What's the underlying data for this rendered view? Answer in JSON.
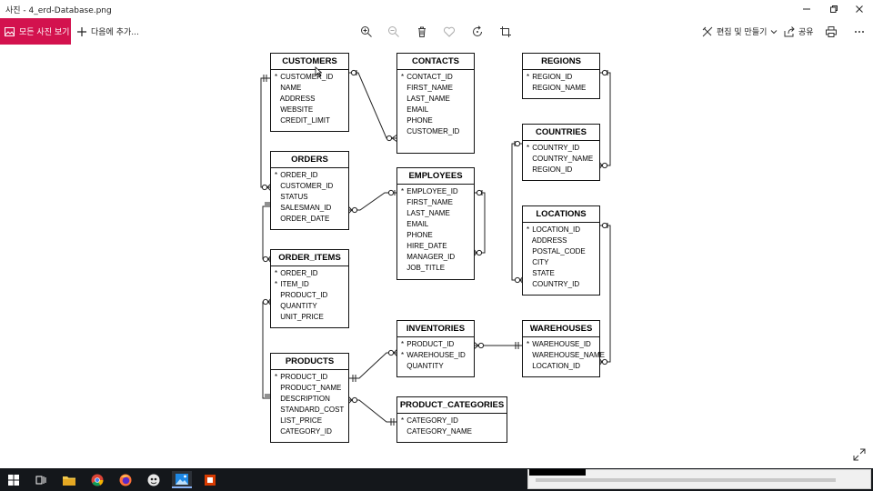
{
  "window": {
    "title": "사진 - 4_erd-Database.png",
    "controls": [
      "minimize",
      "maximize",
      "close"
    ]
  },
  "toolbar": {
    "all_photos_label": "모든 사진 보기",
    "add_to_label": "다음에 추가...",
    "edit_create_label": "편집 및 만들기",
    "share_label": "공유",
    "icons": [
      "zoom-in-icon",
      "zoom-out-icon",
      "delete-icon",
      "favorite-icon",
      "rotate-icon",
      "crop-icon"
    ]
  },
  "erd": {
    "entities": {
      "customers": {
        "name": "CUSTOMERS",
        "attributes": [
          {
            "key": "*",
            "name": "CUSTOMER_ID"
          },
          {
            "key": "",
            "name": "NAME"
          },
          {
            "key": "",
            "name": "ADDRESS"
          },
          {
            "key": "",
            "name": "WEBSITE"
          },
          {
            "key": "",
            "name": "CREDIT_LIMIT"
          }
        ]
      },
      "contacts": {
        "name": "CONTACTS",
        "attributes": [
          {
            "key": "*",
            "name": "CONTACT_ID"
          },
          {
            "key": "",
            "name": "FIRST_NAME"
          },
          {
            "key": "",
            "name": "LAST_NAME"
          },
          {
            "key": "",
            "name": "EMAIL"
          },
          {
            "key": "",
            "name": "PHONE"
          },
          {
            "key": "",
            "name": "CUSTOMER_ID"
          }
        ]
      },
      "regions": {
        "name": "REGIONS",
        "attributes": [
          {
            "key": "*",
            "name": "REGION_ID"
          },
          {
            "key": "",
            "name": "REGION_NAME"
          }
        ]
      },
      "orders": {
        "name": "ORDERS",
        "attributes": [
          {
            "key": "*",
            "name": "ORDER_ID"
          },
          {
            "key": "",
            "name": "CUSTOMER_ID"
          },
          {
            "key": "",
            "name": "STATUS"
          },
          {
            "key": "",
            "name": "SALESMAN_ID"
          },
          {
            "key": "",
            "name": "ORDER_DATE"
          }
        ]
      },
      "employees": {
        "name": "EMPLOYEES",
        "attributes": [
          {
            "key": "*",
            "name": "EMPLOYEE_ID"
          },
          {
            "key": "",
            "name": "FIRST_NAME"
          },
          {
            "key": "",
            "name": "LAST_NAME"
          },
          {
            "key": "",
            "name": "EMAIL"
          },
          {
            "key": "",
            "name": "PHONE"
          },
          {
            "key": "",
            "name": "HIRE_DATE"
          },
          {
            "key": "",
            "name": "MANAGER_ID"
          },
          {
            "key": "",
            "name": "JOB_TITLE"
          }
        ]
      },
      "countries": {
        "name": "COUNTRIES",
        "attributes": [
          {
            "key": "*",
            "name": "COUNTRY_ID"
          },
          {
            "key": "",
            "name": "COUNTRY_NAME"
          },
          {
            "key": "",
            "name": "REGION_ID"
          }
        ]
      },
      "locations": {
        "name": "LOCATIONS",
        "attributes": [
          {
            "key": "*",
            "name": "LOCATION_ID"
          },
          {
            "key": "",
            "name": "ADDRESS"
          },
          {
            "key": "",
            "name": "POSTAL_CODE"
          },
          {
            "key": "",
            "name": "CITY"
          },
          {
            "key": "",
            "name": "STATE"
          },
          {
            "key": "",
            "name": "COUNTRY_ID"
          }
        ]
      },
      "order_items": {
        "name": "ORDER_ITEMS",
        "attributes": [
          {
            "key": "*",
            "name": "ORDER_ID"
          },
          {
            "key": "*",
            "name": "ITEM_ID"
          },
          {
            "key": "",
            "name": "PRODUCT_ID"
          },
          {
            "key": "",
            "name": "QUANTITY"
          },
          {
            "key": "",
            "name": "UNIT_PRICE"
          }
        ]
      },
      "inventories": {
        "name": "INVENTORIES",
        "attributes": [
          {
            "key": "*",
            "name": "PRODUCT_ID"
          },
          {
            "key": "*",
            "name": "WAREHOUSE_ID"
          },
          {
            "key": "",
            "name": "QUANTITY"
          }
        ]
      },
      "warehouses": {
        "name": "WAREHOUSES",
        "attributes": [
          {
            "key": "*",
            "name": "WAREHOUSE_ID"
          },
          {
            "key": "",
            "name": "WAREHOUSE_NAME"
          },
          {
            "key": "",
            "name": "LOCATION_ID"
          }
        ]
      },
      "products": {
        "name": "PRODUCTS",
        "attributes": [
          {
            "key": "*",
            "name": "PRODUCT_ID"
          },
          {
            "key": "",
            "name": "PRODUCT_NAME"
          },
          {
            "key": "",
            "name": "DESCRIPTION"
          },
          {
            "key": "",
            "name": "STANDARD_COST"
          },
          {
            "key": "",
            "name": "LIST_PRICE"
          },
          {
            "key": "",
            "name": "CATEGORY_ID"
          }
        ]
      },
      "product_categories": {
        "name": "PRODUCT_CATEGORIES",
        "attributes": [
          {
            "key": "*",
            "name": "CATEGORY_ID"
          },
          {
            "key": "",
            "name": "CATEGORY_NAME"
          }
        ]
      }
    }
  },
  "taskbar": {
    "apps": [
      "windows-start-icon",
      "task-view-icon",
      "file-explorer-icon",
      "chrome-icon",
      "firefox-icon",
      "game-icon",
      "photos-icon",
      "office-icon"
    ]
  },
  "colors": {
    "accent": "#d3124e",
    "taskbar": "#14171b"
  }
}
